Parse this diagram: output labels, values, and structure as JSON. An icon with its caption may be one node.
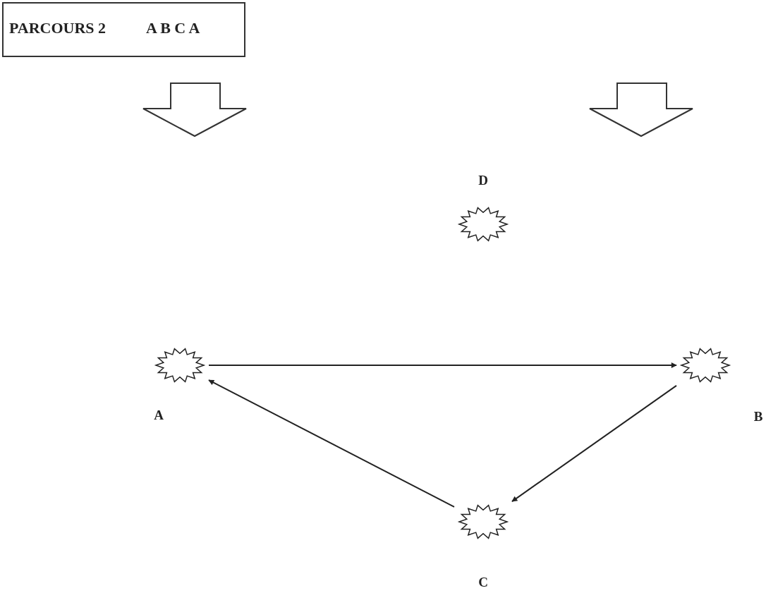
{
  "diagram": {
    "nodes": [
      {
        "text": [
          "PARCOURS 2",
          "A B C A"
        ]
      },
      {
        "text": [],
        "shape": "star",
        "beside": [
          "A"
        ]
      },
      {
        "text": [],
        "shape": "star",
        "beside": [
          "B"
        ]
      },
      {
        "text": [],
        "shape": "star",
        "beside": [
          "C"
        ]
      },
      {
        "text": [],
        "shape": "star",
        "beside": [
          "D"
        ]
      }
    ],
    "edges": [
      {
        "from": 1,
        "to": 2,
        "arrow": "to"
      },
      {
        "from": 2,
        "to": 3,
        "arrow": "to"
      },
      {
        "from": 3,
        "to": 1,
        "arrow": "to"
      }
    ]
  }
}
